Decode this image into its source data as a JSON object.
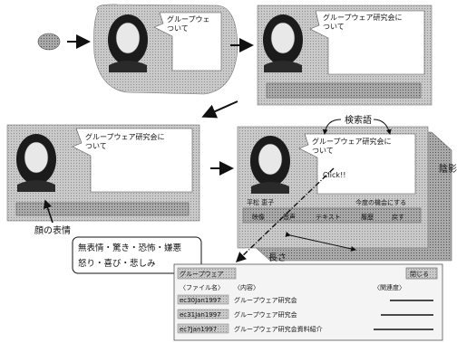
{
  "panels": {
    "p1_bubble": "グループウェ\nついて",
    "p2_bubble": "グループウェア研究会に\nついて",
    "p3_bubble": "グループウェア研究会に\nついて",
    "p4_bubble": "グループウェア研究会に\nついて"
  },
  "labels": {
    "search_word": "検索語",
    "shadow": "陰影",
    "length": "長さ",
    "click": "Click!!",
    "expression_title": "顔の表情",
    "expression_line1": "無表情・驚き・恐怖・嫌悪",
    "expression_line2": "怒り・喜び・悲しみ"
  },
  "panel4_controls": {
    "user_name": "平松 恵子",
    "meeting": "今度の機会にする",
    "buttons": [
      "映像",
      "音声",
      "テキスト",
      "履歴",
      "戻す"
    ]
  },
  "result_window": {
    "title": "グループウェア",
    "close_label": "閉じる",
    "col_file": "〈ファイル名〉",
    "col_content": "〈内容〉",
    "col_relevance": "〈関連度〉",
    "rows": [
      {
        "file": "ec30Jan1997",
        "content": "グループウェア研究会"
      },
      {
        "file": "ec31Jan1997",
        "content": "グループウェア研究会"
      },
      {
        "file": "ec7Jan1997",
        "content": "グループウェア研究会資料紹介"
      }
    ]
  }
}
